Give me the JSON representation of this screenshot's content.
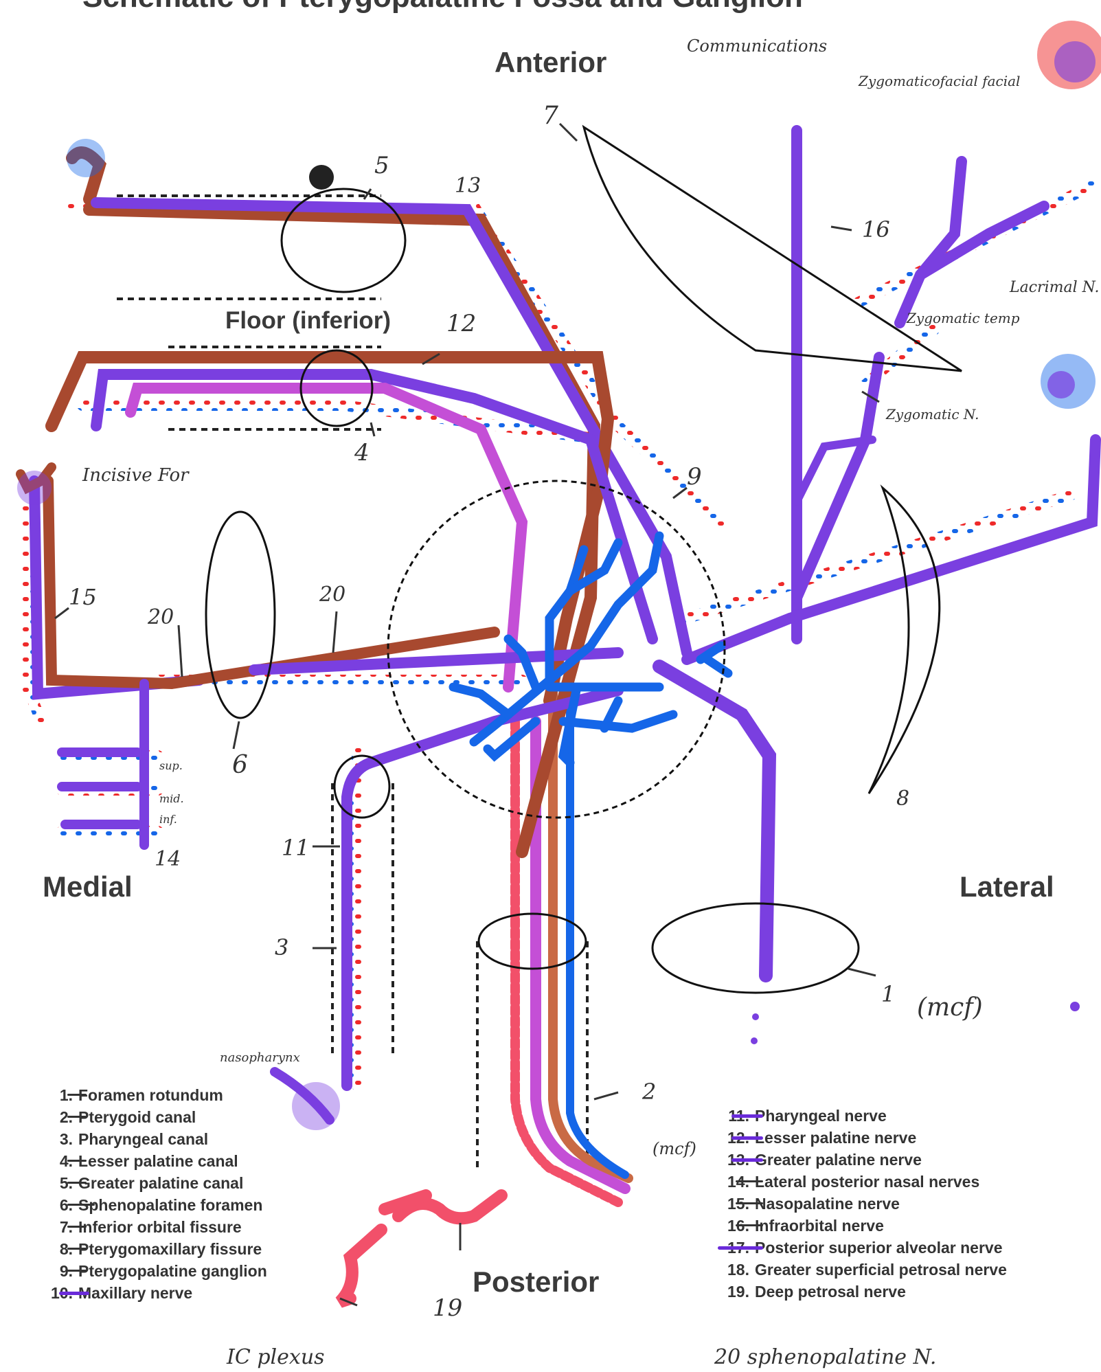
{
  "title_partial": "Schematic of Pterygopalatine Fossa and Ganglion",
  "orientation": {
    "anterior": "Anterior",
    "posterior": "Posterior",
    "medial": "Medial",
    "lateral": "Lateral",
    "floor": "Floor (inferior)"
  },
  "legend_left": [
    {
      "num": "1.",
      "label": "Foramen rotundum"
    },
    {
      "num": "2.",
      "label": "Pterygoid canal"
    },
    {
      "num": "3.",
      "label": "Pharyngeal canal"
    },
    {
      "num": "4.",
      "label": "Lesser  palatine canal"
    },
    {
      "num": "5.",
      "label": "Greater palatine canal"
    },
    {
      "num": "6.",
      "label": "Sphenopalatine foramen"
    },
    {
      "num": "7.",
      "label": "Inferior orbital fissure"
    },
    {
      "num": "8.",
      "label": "Pterygomaxillary fissure"
    },
    {
      "num": "9.",
      "label": "Pterygopalatine ganglion"
    },
    {
      "num": "10.",
      "label": "Maxillary nerve"
    }
  ],
  "legend_right": [
    {
      "num": "11.",
      "label": "Pharyngeal nerve"
    },
    {
      "num": "12.",
      "label": "Lesser palatine nerve"
    },
    {
      "num": "13.",
      "label": "Greater palatine nerve"
    },
    {
      "num": "14.",
      "label": "Lateral posterior nasal nerves"
    },
    {
      "num": "15.",
      "label": "Nasopalatine nerve"
    },
    {
      "num": "16.",
      "label": "Infraorbital nerve"
    },
    {
      "num": "17.",
      "label": "Posterior superior alveolar nerve"
    },
    {
      "num": "18.",
      "label": "Greater superficial petrosal nerve"
    },
    {
      "num": "19.",
      "label": "Deep petrosal nerve"
    }
  ],
  "handwritten": {
    "n5": "5",
    "n13": "13",
    "n12": "12",
    "n4": "4",
    "n9": "9",
    "n7": "7",
    "n16": "16",
    "n15": "15",
    "n20a": "20",
    "n20b": "20",
    "n6": "6",
    "n11": "11",
    "n3": "3",
    "n14": "14",
    "n2": "2",
    "n19": "19",
    "n8": "8",
    "n1": "1",
    "mcf_1": "(mcf)",
    "mcf_2": "(mcf)",
    "communications": "Communications",
    "zygomaticofacial": "Zygomaticofacial facial",
    "zygomaticotemporal": "Zygomatic temp",
    "lacrimal": "Lacrimal N.",
    "zygomatic_n": "Zygomatic N.",
    "incisive": "Incisive For",
    "nasopharynx": "nasopharynx",
    "sup": "sup.",
    "mid": "mid.",
    "inf": "inf.",
    "ic_plexus": "IC plexus",
    "sphenopalatine": "20 sphenopalatine N."
  },
  "colors": {
    "purple": "#7a3fe0",
    "magenta": "#c44fd6",
    "brown": "#a8492f",
    "blue": "#1566e8",
    "red": "#ee2a2a",
    "pink": "#f2506a",
    "orange": "#c96a45"
  }
}
